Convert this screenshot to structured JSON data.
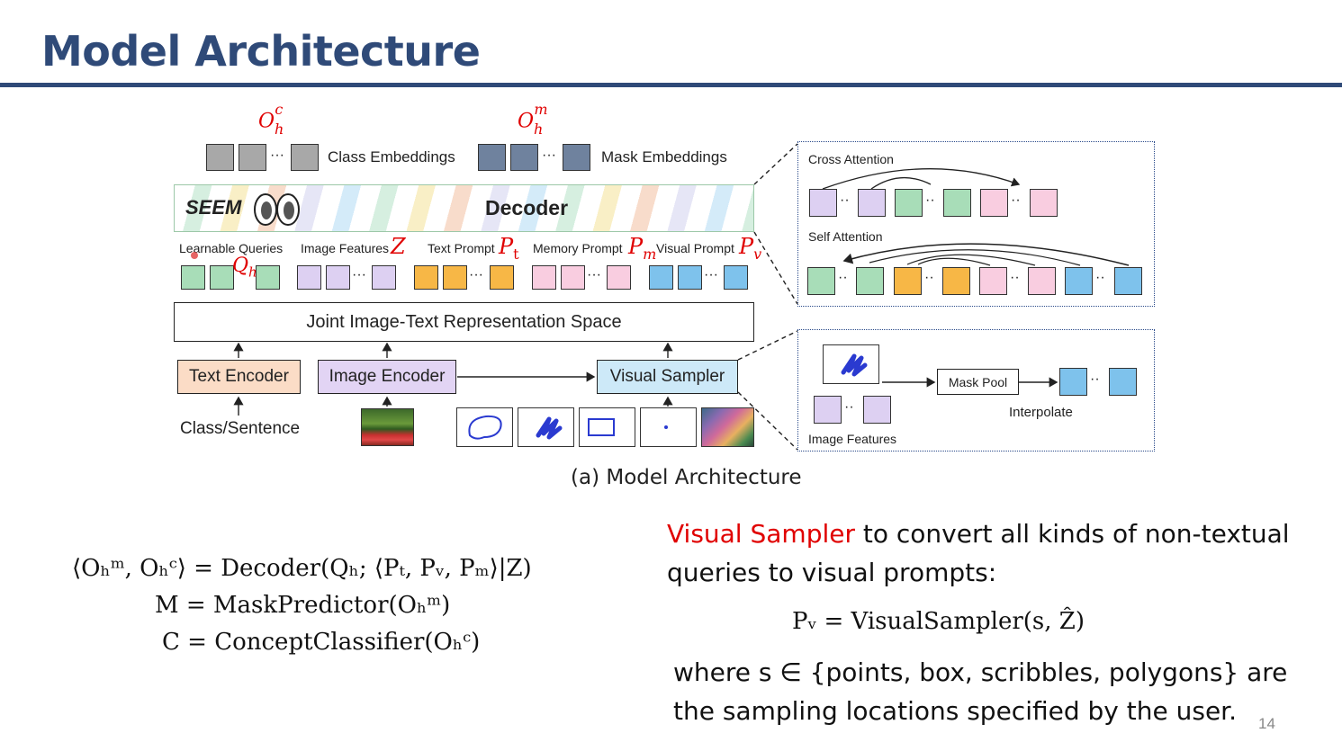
{
  "slide": {
    "title": "Model Architecture",
    "page_number": "14"
  },
  "diagram": {
    "caption": "(a) Model Architecture",
    "outputs": {
      "class_symbol": "O",
      "class_sub": "h",
      "class_sup": "c",
      "mask_symbol": "O",
      "mask_sub": "h",
      "mask_sup": "m",
      "class_label": "Class Embeddings",
      "mask_label": "Mask Embeddings"
    },
    "decoder": {
      "brand": "SEEM",
      "label": "Decoder"
    },
    "prompts": {
      "learnable_queries": "Learnable Queries",
      "image_features": "Image Features",
      "text_prompt": "Text Prompt",
      "memory_prompt": "Memory Prompt",
      "visual_prompt": "Visual Prompt",
      "sym_z": "Z",
      "sym_pt": "P",
      "sym_pt_sub": "t",
      "sym_pm": "P",
      "sym_pm_sub": "m",
      "sym_pv": "P",
      "sym_pv_sub": "v",
      "sym_q": "Q",
      "sym_q_sub": "h"
    },
    "joint_space": "Joint Image-Text Representation Space",
    "encoders": {
      "text": "Text Encoder",
      "image": "Image Encoder",
      "visual": "Visual Sampler"
    },
    "input_text": "Class/Sentence",
    "attention_panel": {
      "cross": "Cross Attention",
      "self": "Self Attention"
    },
    "sampler_panel": {
      "mask_pool": "Mask Pool",
      "interpolate": "Interpolate",
      "image_features": "Image Features"
    },
    "colors": {
      "gray": "#a8a8a8",
      "slate": "#6f829e",
      "green": "#a8ddb8",
      "purple": "#ddd0f2",
      "orange": "#f7b746",
      "pink": "#f9cde0",
      "blue": "#7ec2ec",
      "text_encoder": "#fbdcc6",
      "image_encoder": "#e2d4f4",
      "visual_sampler": "#cde9f8",
      "accent_red": "#e00000",
      "title_blue": "#2f4a78"
    }
  },
  "equations": {
    "line1": "⟨Oₕᵐ, Oₕᶜ⟩ = Decoder(Qₕ; ⟨Pₜ, Pᵥ, Pₘ⟩|Z)",
    "line2": "M = MaskPredictor(Oₕᵐ)",
    "line3": "C = ConceptClassifier(Oₕᶜ)"
  },
  "description": {
    "highlight": "Visual Sampler",
    "line1_rest": " to convert all kinds of non-textual",
    "line2": "queries to visual prompts:",
    "formula": "Pᵥ = VisualSampler(s, Ẑ)",
    "line3": "where s ∈ {points, box, scribbles, polygons} are",
    "line4": "the sampling locations specified by the user."
  }
}
